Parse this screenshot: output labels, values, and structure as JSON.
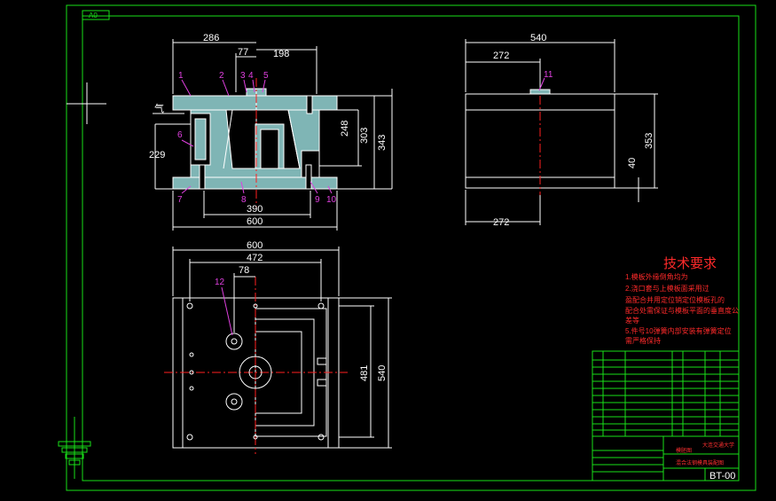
{
  "sheet": {
    "size_label": "A0"
  },
  "colors": {
    "background": "#000000",
    "frame": "#19e019",
    "outline": "#ffffff",
    "plate_fill": "#7fb5b5",
    "center_line": "#ff2020",
    "leader": "#e040e0",
    "text_red": "#ff2a2a",
    "hidden_line": "#ffff00"
  },
  "front_view": {
    "dims": {
      "d286": "286",
      "d77": "77",
      "d198": "198",
      "d248": "248",
      "d303": "303",
      "d343": "343",
      "d229": "229",
      "d390": "390",
      "d600": "600"
    },
    "part_labels": [
      "1",
      "2",
      "3",
      "4",
      "5",
      "6",
      "7",
      "8",
      "9",
      "10"
    ],
    "gas_label": "气"
  },
  "side_view": {
    "dims": {
      "d540": "540",
      "d272_top": "272",
      "d272_bottom": "272",
      "d353": "353",
      "d40": "40"
    },
    "part_labels": [
      "11"
    ]
  },
  "bottom_view": {
    "dims": {
      "d600": "600",
      "d472": "472",
      "d78": "78",
      "d481": "481",
      "d540": "540"
    },
    "part_labels": [
      "12"
    ]
  },
  "notes": {
    "title": "技术要求",
    "lines": [
      "1.模板外缘倒角均为",
      "2.浇口套与上模板面采用过",
      "盈配合并用定位销定位模板孔的",
      "配合处需保证与模板平面的垂直度公",
      "差等",
      "5.件号10弹簧内部安装有弹簧定位",
      "需严格保持"
    ]
  },
  "title_block": {
    "school": "大连交通大学",
    "drawing_name": "模胚图",
    "subtitle": "混合法钢模具装配图",
    "drawing_number": "BT-00"
  }
}
